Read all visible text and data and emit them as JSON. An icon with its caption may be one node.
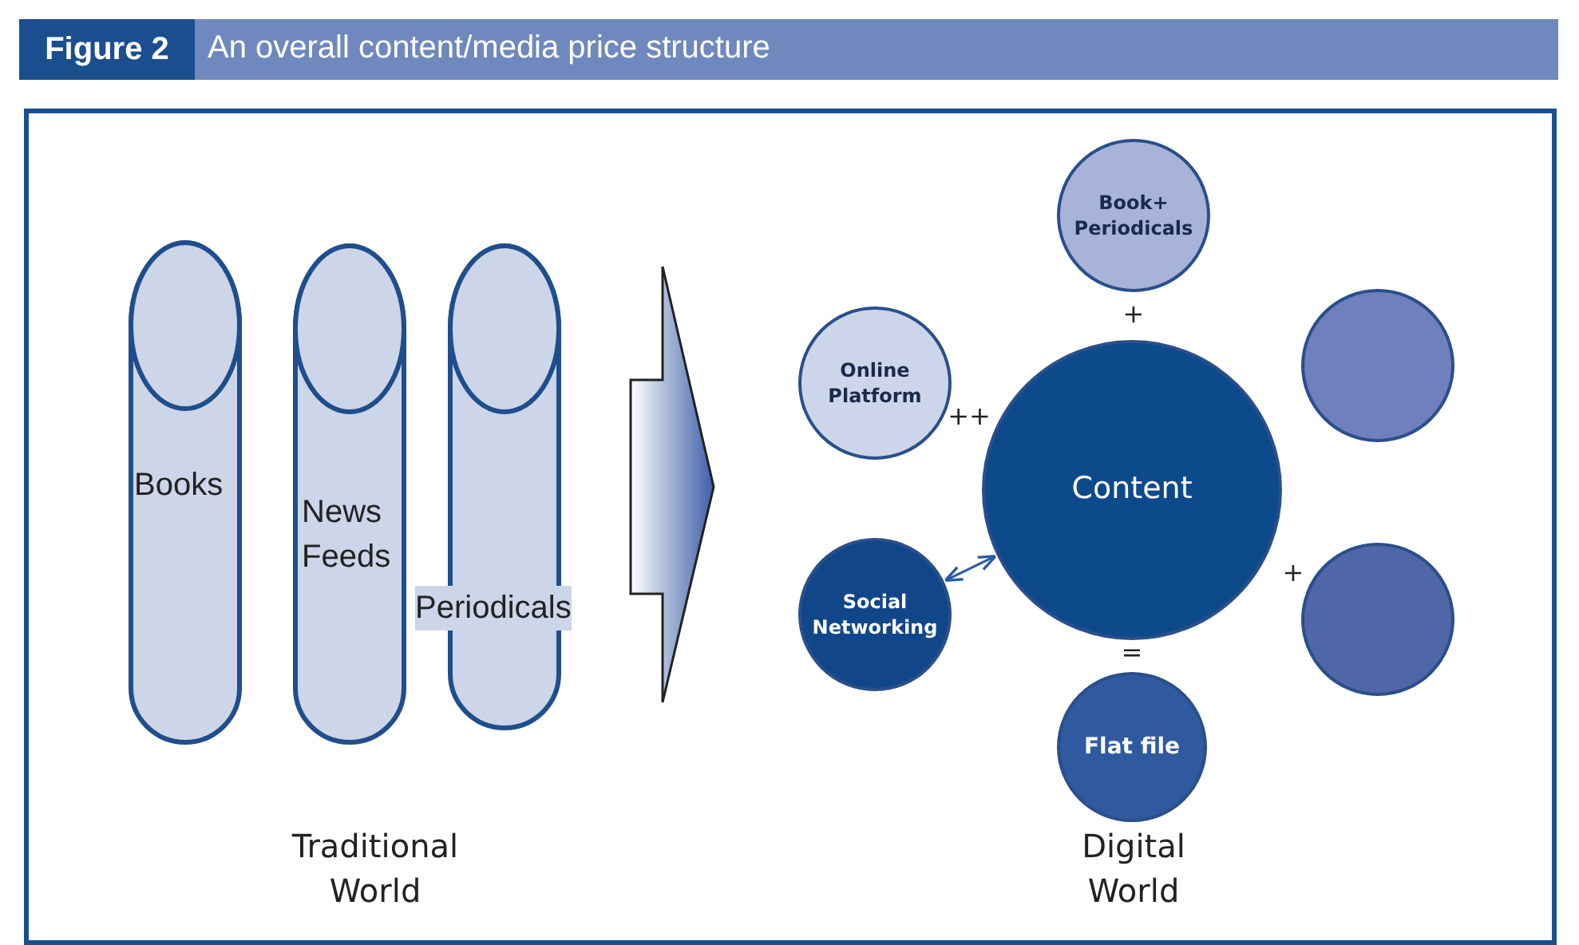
{
  "diagram": {
    "title": "An overall content/media price structure",
    "nodes": [
      {
        "text": [
          "Books"
        ]
      },
      {
        "text": [
          "News Feeds"
        ]
      },
      {
        "text": [
          "Periodicals"
        ]
      },
      {
        "text": [
          "Book+ Periodicals"
        ]
      },
      {
        "text": [
          "Online Platform"
        ]
      },
      {
        "text": [],
        "shape": "circle"
      },
      {
        "text": [
          "Content"
        ]
      },
      {
        "text": [
          "Social Networking"
        ]
      },
      {
        "text": [],
        "shape": "circle"
      },
      {
        "text": [
          "Flat file"
        ]
      }
    ],
    "edges": [
      {
        "from": 7,
        "to": 6,
        "arrow": "both"
      }
    ],
    "labels": [
      "Figure 2",
      "+",
      "++",
      "+",
      "=",
      "Traditional World",
      "Digital World"
    ]
  }
}
